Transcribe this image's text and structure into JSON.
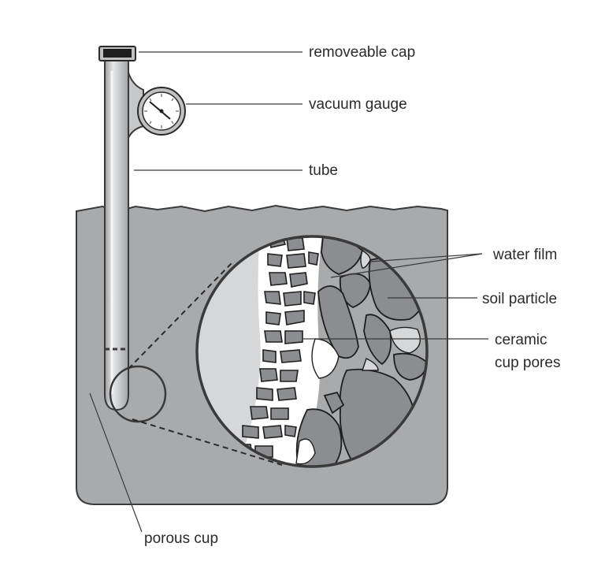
{
  "diagram": {
    "labels": {
      "removeable_cap": "removeable cap",
      "vacuum_gauge": "vacuum gauge",
      "tube": "tube",
      "water_film": "water film",
      "soil_particle": "soil particle",
      "ceramic_line1": "ceramic",
      "ceramic_line2": "cup pores",
      "porous_cup": "porous cup"
    },
    "colors": {
      "soil": "#a9aaac",
      "soil_dark": "#8c8d90",
      "tube": "#c6c7c9",
      "line": "#3a3a3a",
      "ceramic_region": "#d6d7d9"
    }
  }
}
